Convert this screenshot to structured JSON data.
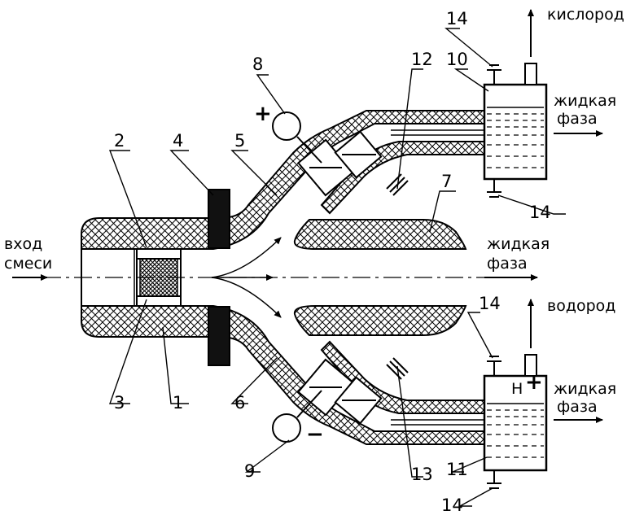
{
  "labels": {
    "inlet_line1": "вход",
    "inlet_line2": "смеси",
    "outlet_main_line1": "жидкая",
    "outlet_main_line2": "фаза",
    "oxygen": "кислород",
    "hydrogen": "водород",
    "outlet_top_line1": "жидкая",
    "outlet_top_line2": "фаза",
    "outlet_bottom_line1": "жидкая",
    "outlet_bottom_line2": "фаза",
    "plus": "+",
    "minus": "−",
    "ion": "H",
    "ion_charge": "+"
  },
  "parts": {
    "n1": "1",
    "n2": "2",
    "n3": "3",
    "n4": "4",
    "n5": "5",
    "n6": "6",
    "n7": "7",
    "n8": "8",
    "n9": "9",
    "n10": "10",
    "n11": "11",
    "n12": "12",
    "n13": "13",
    "n14a": "14",
    "n14b": "14",
    "n14c": "14",
    "n14d": "14"
  },
  "colors": {
    "line": "#000000",
    "background": "#ffffff",
    "magnet": "#111111"
  }
}
